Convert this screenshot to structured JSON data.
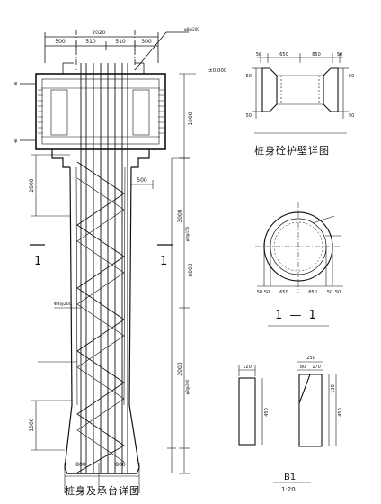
{
  "main_detail": {
    "caption": "桩身及承台详图",
    "top_total": "2020",
    "top_dims": [
      "500",
      "510",
      "510",
      "300"
    ],
    "elev_top": "±0.000",
    "dim_vert_right": [
      "1000",
      "3000",
      "6000",
      "2000"
    ],
    "dim_left_upper": "2000",
    "dim_left_lower": "1000",
    "dim_offset": "500",
    "bottom_dims": [
      "800",
      "800"
    ],
    "section_mark": "1",
    "fine_labels": {
      "top_leader": "φ8@200",
      "cap_left": "φ",
      "reinf_mid": "Φ8@200",
      "pile_left": "φ",
      "vert_rebar_upper": "φ8@150",
      "vert_rebar_lower": "φ8@200"
    }
  },
  "wall_detail": {
    "caption": "桩身砼护壁详图",
    "top_dims": [
      "50",
      "650",
      "850",
      "50"
    ],
    "left_dims": [
      "50",
      "50"
    ],
    "right_dims": [
      "50",
      "50"
    ]
  },
  "section_detail": {
    "caption": "1 — 1",
    "bottom_dims": [
      "50",
      "50",
      "650",
      "850",
      "50",
      "50"
    ]
  },
  "b1_detail": {
    "caption": "B1",
    "scale": "1:20",
    "dims_top_right": [
      "250",
      "80",
      "170"
    ],
    "dim_left_top": "120",
    "dim_left_height": "450",
    "dim_right_inner": "130",
    "dim_right_total": "450"
  }
}
